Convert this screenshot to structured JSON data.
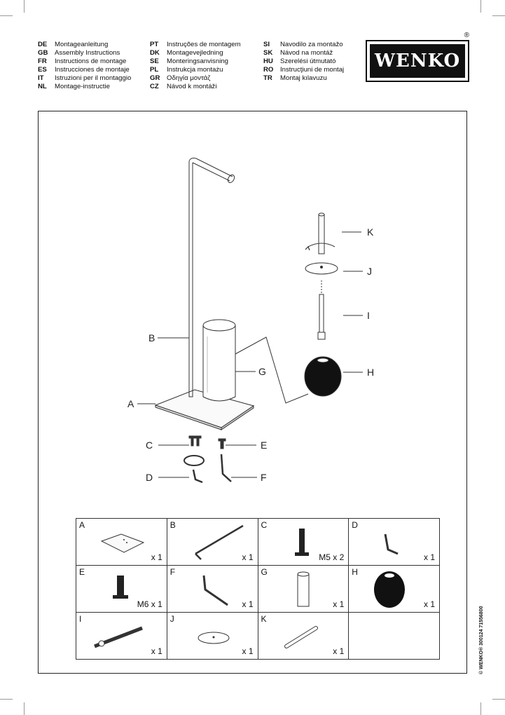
{
  "languages": {
    "col1": [
      {
        "code": "DE",
        "text": "Montageanleitung"
      },
      {
        "code": "GB",
        "text": "Assembly Instructions"
      },
      {
        "code": "FR",
        "text": "Instructions de montage"
      },
      {
        "code": "ES",
        "text": "Instrucciones de montaje"
      },
      {
        "code": "IT",
        "text": "Istruzioni per il montaggio"
      },
      {
        "code": "NL",
        "text": "Montage-instructie"
      }
    ],
    "col2": [
      {
        "code": "PT",
        "text": "Instruções de montagem"
      },
      {
        "code": "DK",
        "text": "Montagevejledning"
      },
      {
        "code": "SE",
        "text": "Monteringsanvisning"
      },
      {
        "code": "PL",
        "text": "Instrukcja montażu"
      },
      {
        "code": "GR",
        "text": "Οδηγία μοντάζ"
      },
      {
        "code": "CZ",
        "text": "Návod k montáži"
      }
    ],
    "col3": [
      {
        "code": "SI",
        "text": "Navodilo za montažo"
      },
      {
        "code": "SK",
        "text": "Návod na montáž"
      },
      {
        "code": "HU",
        "text": "Szerelési útmutató"
      },
      {
        "code": "RO",
        "text": "Instrucţiuni de montaj"
      },
      {
        "code": "TR",
        "text": "Montaj kılavuzu"
      }
    ]
  },
  "logo": {
    "text": "WENKO",
    "reg": "®"
  },
  "diagram_labels": {
    "A": "A",
    "B": "B",
    "C": "C",
    "D": "D",
    "E": "E",
    "F": "F",
    "G": "G",
    "H": "H",
    "I": "I",
    "J": "J",
    "K": "K"
  },
  "parts": [
    {
      "letter": "A",
      "qty": "x 1"
    },
    {
      "letter": "B",
      "qty": "x 1"
    },
    {
      "letter": "C",
      "qty": "M5 x 2"
    },
    {
      "letter": "D",
      "qty": "x 1"
    },
    {
      "letter": "E",
      "qty": "M6 x 1"
    },
    {
      "letter": "F",
      "qty": "x 1"
    },
    {
      "letter": "G",
      "qty": "x 1"
    },
    {
      "letter": "H",
      "qty": "x 1"
    },
    {
      "letter": "I",
      "qty": "x 1"
    },
    {
      "letter": "J",
      "qty": "x 1"
    },
    {
      "letter": "K",
      "qty": "x 1"
    },
    {
      "letter": "",
      "qty": ""
    }
  ],
  "side_text": "© WENKO® 300124 71556800"
}
